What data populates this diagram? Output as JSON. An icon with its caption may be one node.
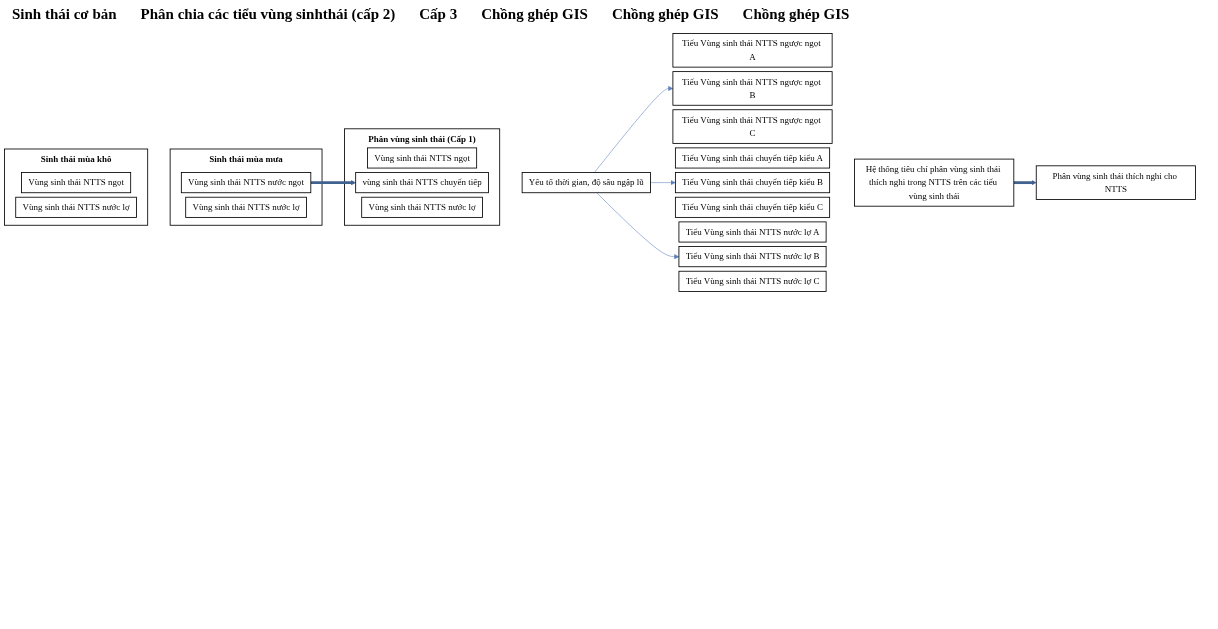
{
  "diagram": {
    "nodes": [
      {
        "text": [
          "Sinh thái mùa khô"
        ]
      },
      {
        "text": [
          "Vùng sinh thái NTTS ngọt"
        ],
        "in": 0
      },
      {
        "text": [
          "Vùng sinh thái NTTS nước lợ"
        ],
        "in": 0
      },
      {
        "text": [
          "Sinh thái mùa mưa"
        ]
      },
      {
        "text": [
          "Vùng sinh thái NTTS nước ngọt"
        ],
        "in": 3
      },
      {
        "text": [
          "Vùng sinh thái NTTS nước lợ"
        ],
        "in": 3
      },
      {
        "text": [
          "Phân vùng sinh thái (Cấp 1)"
        ]
      },
      {
        "text": [
          "Vùng sinh thái NTTS ngọt"
        ],
        "in": 6
      },
      {
        "text": [
          "vùng sinh thái NTTS chuyển tiếp"
        ],
        "in": 6
      },
      {
        "text": [
          "Vùng sinh thái NTTS nước lợ"
        ],
        "in": 6
      },
      {
        "text": [
          "Yếu tố thời gian, độ sâu ngập lũ"
        ]
      },
      {
        "text": [
          "Tiểu Vùng sinh thái NTTS ngược ngọt A"
        ]
      },
      {
        "text": [
          "Tiểu Vùng sinh thái NTTS ngược ngọt B"
        ]
      },
      {
        "text": [
          "Tiểu Vùng sinh thái NTTS ngược ngọt C"
        ]
      },
      {
        "text": [
          "Tiểu Vùng sinh thái chuyển tiếp kiểu A"
        ]
      },
      {
        "text": [
          "Tiểu Vùng sinh thái chuyển tiếp kiểu B"
        ]
      },
      {
        "text": [
          "Tiểu Vùng sinh thái chuyển tiếp kiểu C"
        ]
      },
      {
        "text": [
          "Tiểu Vùng sinh thái NTTS nước lợ A"
        ]
      },
      {
        "text": [
          "Tiểu Vùng sinh thái NTTS nước lợ B"
        ]
      },
      {
        "text": [
          "Tiểu Vùng sinh thái NTTS nước lợ C"
        ]
      },
      {
        "text": [
          "Hệ thống tiêu chí phân vùng sinh thái thích nghi trong NTTS trên các tiểu vùng sinh thái"
        ]
      },
      {
        "text": [
          "Phân vùng sinh thái thích nghi cho NTTS"
        ]
      }
    ],
    "edges": [
      {
        "from": 4,
        "to": 8,
        "arrow": "to",
        "style": "thick",
        "color": "#41618f"
      },
      {
        "from": 10,
        "to": 12,
        "arrow": "to"
      },
      {
        "from": 10,
        "to": 15,
        "arrow": "to"
      },
      {
        "from": 10,
        "to": 18,
        "arrow": "to"
      },
      {
        "from": 20,
        "to": 21,
        "arrow": "to",
        "style": "thick",
        "color": "#41618f"
      }
    ],
    "labels": [
      "Sinh thái cơ bản",
      "Phân chia các tiểu vùng sinhthái (cấp 2)",
      "Cấp 3",
      "Chồng ghép GIS",
      "Chồng ghép GIS",
      "Chồng ghép GIS"
    ]
  }
}
